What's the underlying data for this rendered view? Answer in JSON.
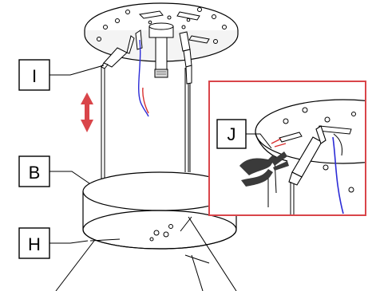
{
  "callouts": {
    "I": "I",
    "B": "B",
    "H": "H",
    "J": "J"
  },
  "colors": {
    "arrow": "#d9454a",
    "detail_frame": "#d9454a",
    "wire_blue": "#2b2bd6",
    "wire_red": "#d83030",
    "pliers": "#3a3a3a"
  },
  "icons": [
    "pliers-icon",
    "double-arrow-icon"
  ]
}
